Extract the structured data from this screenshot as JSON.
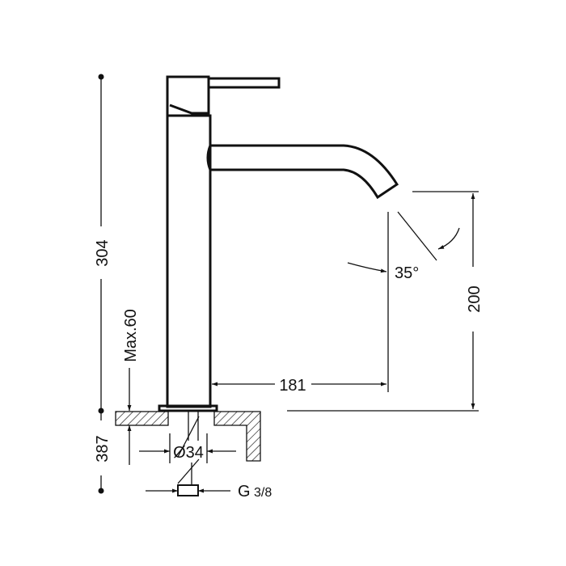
{
  "title": "Tall basin mixer tap dimension drawing",
  "dimensions": {
    "total_height": "304",
    "total_with_base": "387",
    "max_counter_thickness": "Max.60",
    "base_diameter": "Ø34",
    "connection": "G",
    "connection_fraction": "3/8",
    "spout_reach": "181",
    "spout_height": "200",
    "spout_angle": "35°"
  },
  "colors": {
    "line": "#111111",
    "background": "#ffffff"
  }
}
